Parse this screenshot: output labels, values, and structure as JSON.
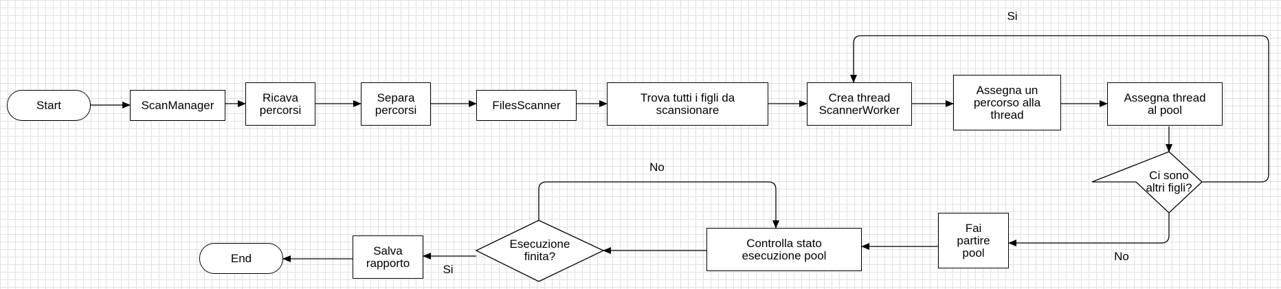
{
  "nodes": {
    "start": "Start",
    "scanmanager": "ScanManager",
    "ricava": "Ricava\npercorsi",
    "separa": "Separa\npercorsi",
    "filesscanner": "FilesScanner",
    "trova": "Trova tutti i figli da\nscansionare",
    "crea": "Crea thread\nScannerWorker",
    "assegna_percorso": "Assegna un\npercorso alla\nthread",
    "assegna_pool": "Assegna thread\nal pool",
    "ci_sono": "Ci sono\naltri figli?",
    "fai_partire": "Fai\npartire\npool",
    "controlla": "Controlla stato\nesecuzione pool",
    "esecuzione": "Esecuzione\nfinita?",
    "salva": "Salva\nrapporto",
    "end": "End"
  },
  "edge_labels": {
    "loop_si": "Si",
    "pool_no": "No",
    "wait_no": "No",
    "done_si": "Si"
  },
  "colors": {
    "stroke": "#000000",
    "node_fill": "#ffffff",
    "grid": "#e0e0e0"
  }
}
